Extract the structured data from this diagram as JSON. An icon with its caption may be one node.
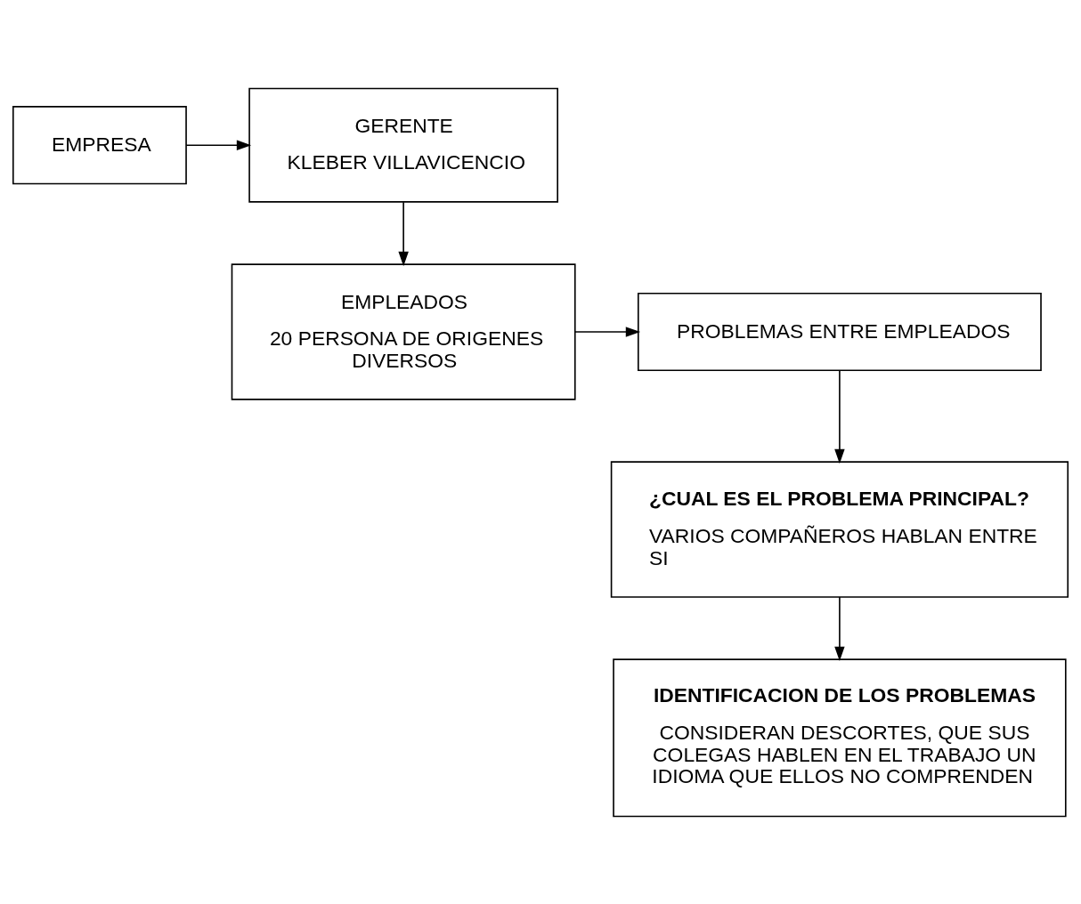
{
  "diagram": {
    "nodes": [
      {
        "text": [
          "EMPRESA"
        ]
      },
      {
        "text": [
          "GERENTE",
          "KLEBER VILLAVICENCIO"
        ]
      },
      {
        "text": [
          "EMPLEADOS",
          "20 PERSONA DE ORIGENES DIVERSOS"
        ]
      },
      {
        "text": [
          "PROBLEMAS ENTRE EMPLEADOS"
        ]
      },
      {
        "text": [
          "¿CUAL ES EL PROBLEMA PRINCIPAL?",
          "VARIOS COMPAÑEROS HABLAN ENTRE SI"
        ]
      },
      {
        "text": [
          "IDENTIFICACION DE LOS PROBLEMAS",
          "CONSIDERAN DESCORTES, QUE SUS COLEGAS HABLEN EN EL TRABAJO UN IDIOMA QUE ELLOS NO COMPRENDEN"
        ]
      }
    ],
    "edges": [
      {
        "from": 0,
        "to": 1,
        "arrow": "to"
      },
      {
        "from": 1,
        "to": 2,
        "arrow": "to"
      },
      {
        "from": 2,
        "to": 3,
        "arrow": "to"
      },
      {
        "from": 3,
        "to": 4,
        "arrow": "to"
      },
      {
        "from": 4,
        "to": 5,
        "arrow": "to"
      }
    ]
  }
}
